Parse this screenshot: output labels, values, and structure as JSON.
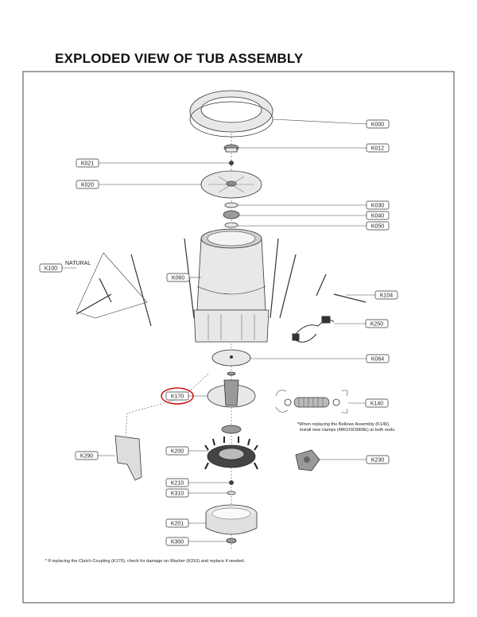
{
  "title": "EXPLODED VIEW OF TUB ASSEMBLY",
  "callouts": [
    {
      "id": "K000",
      "label": "K000"
    },
    {
      "id": "K012",
      "label": "K012"
    },
    {
      "id": "K021",
      "label": "K021"
    },
    {
      "id": "K020",
      "label": "K020"
    },
    {
      "id": "K030",
      "label": "K030"
    },
    {
      "id": "K040",
      "label": "K040"
    },
    {
      "id": "K050",
      "label": "K050"
    },
    {
      "id": "K100",
      "label": "K100"
    },
    {
      "id": "K060",
      "label": "K060"
    },
    {
      "id": "K104",
      "label": "K104"
    },
    {
      "id": "K250",
      "label": "K250"
    },
    {
      "id": "K064",
      "label": "K064"
    },
    {
      "id": "K170",
      "label": "K170"
    },
    {
      "id": "K140",
      "label": "K140"
    },
    {
      "id": "K290",
      "label": "K290"
    },
    {
      "id": "K200",
      "label": "K200"
    },
    {
      "id": "K230",
      "label": "K230"
    },
    {
      "id": "K210",
      "label": "K210"
    },
    {
      "id": "K310",
      "label": "K310"
    },
    {
      "id": "K201",
      "label": "K201"
    },
    {
      "id": "K300",
      "label": "K300"
    }
  ],
  "natural_label": "NATURAL",
  "highlight_color": "#d01010",
  "bellows_note": [
    "*When replacing the Bellows Assembly (K140),",
    "install new clamps (4861FR3068E) at both ends."
  ],
  "footer_note": "* If replacing the Clutch Coupling (K170), check for damage on Washer (K310) and replace if needed."
}
